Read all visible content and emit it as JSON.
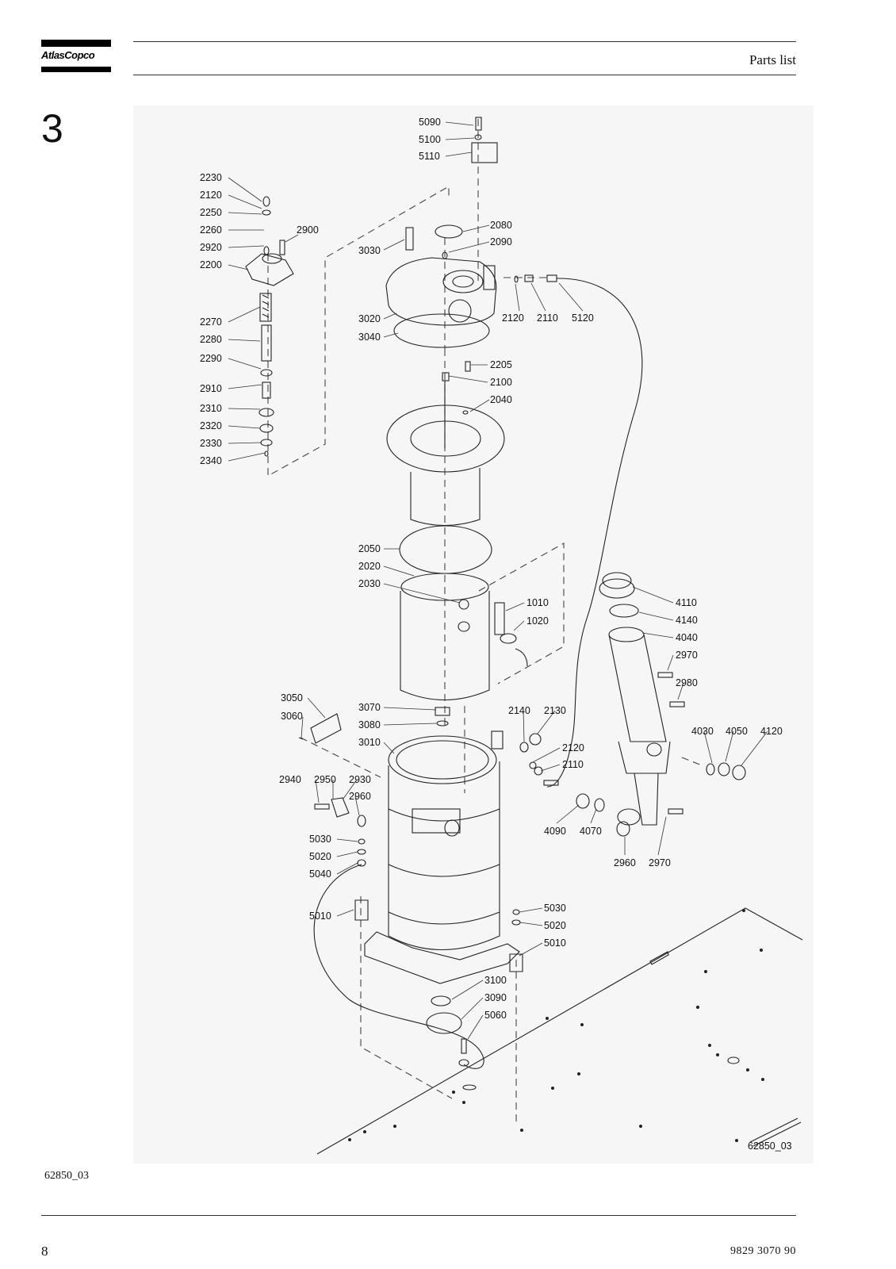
{
  "header": {
    "logo_text": "AtlasCopco",
    "title": "Parts list"
  },
  "section": {
    "number": "3"
  },
  "drawing": {
    "id_label": "62850_03",
    "callouts": {
      "c2230": "2230",
      "c2120a": "2120",
      "c2250": "2250",
      "c2260": "2260",
      "c2920": "2920",
      "c2900": "2900",
      "c2200": "2200",
      "c2270": "2270",
      "c2280": "2280",
      "c2290": "2290",
      "c2910": "2910",
      "c2310": "2310",
      "c2320": "2320",
      "c2330": "2330",
      "c2340": "2340",
      "c5090": "5090",
      "c5100": "5100",
      "c5110": "5110",
      "c2080": "2080",
      "c2090": "2090",
      "c3030": "3030",
      "c3020": "3020",
      "c3040": "3040",
      "c2120b": "2120",
      "c2110a": "2110",
      "c5120": "5120",
      "c2205": "2205",
      "c2100": "2100",
      "c2040": "2040",
      "c2050": "2050",
      "c2020": "2020",
      "c2030": "2030",
      "c1010": "1010",
      "c1020": "1020",
      "c4110": "4110",
      "c4140": "4140",
      "c4040": "4040",
      "c2970a": "2970",
      "c2980": "2980",
      "c4030": "4030",
      "c4050": "4050",
      "c4120": "4120",
      "c3050": "3050",
      "c3060": "3060",
      "c3070": "3070",
      "c3080": "3080",
      "c3010": "3010",
      "c2140": "2140",
      "c2130": "2130",
      "c2120c": "2120",
      "c2110b": "2110",
      "c2940": "2940",
      "c2950": "2950",
      "c2930": "2930",
      "c2960a": "2960",
      "c5030a": "5030",
      "c5020a": "5020",
      "c5040": "5040",
      "c4090": "4090",
      "c4070": "4070",
      "c2960b": "2960",
      "c2970b": "2970",
      "c5010a": "5010",
      "c5030b": "5030",
      "c5020b": "5020",
      "c5010b": "5010",
      "c3100": "3100",
      "c3090": "3090",
      "c5060": "5060"
    }
  },
  "footer": {
    "caption": "62850_03",
    "page_number": "8",
    "document_number": "9829 3070 90"
  }
}
